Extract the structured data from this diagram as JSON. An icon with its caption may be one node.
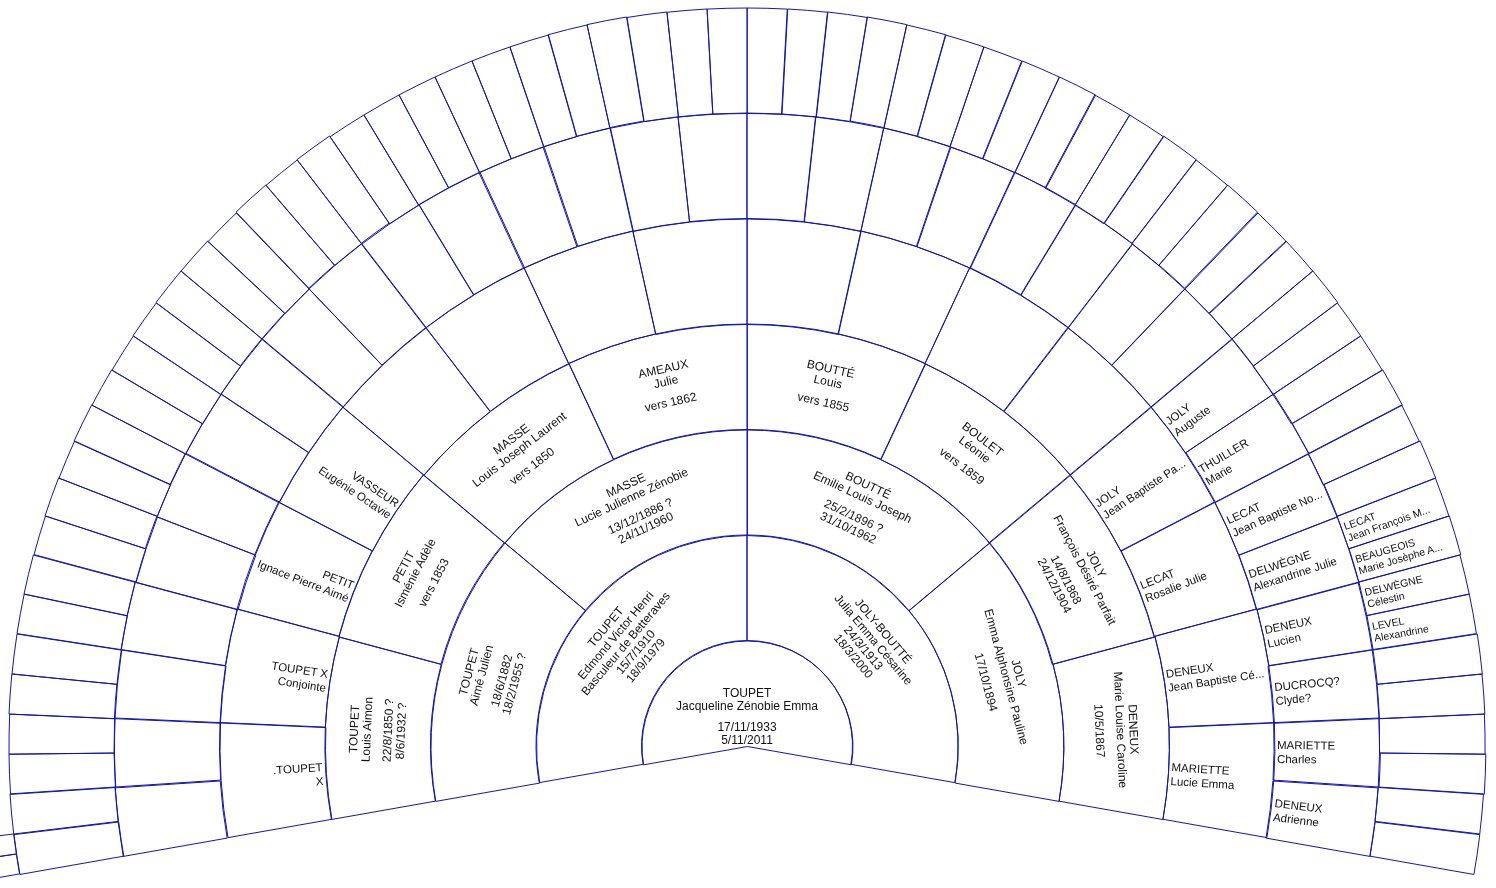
{
  "diagram": {
    "nodes": [
      {
        "text": [
          "TOUPET",
          "Jacqueline Zénobie Emma",
          "17/11/1933",
          "5/11/2011"
        ]
      },
      {
        "text": [
          "TOUPET",
          "Edmond Victor Henri",
          "Basculeur de Betteraves",
          "15/7/1910",
          "18/9/1979"
        ]
      },
      {
        "text": [
          "JOLY-BOUTTÉ",
          "Julia Emma Césarine",
          "24/3/1913",
          "18/3/2000"
        ]
      },
      {
        "text": [
          "TOUPET",
          "Aimé Julien",
          "18/6/1882",
          "18/2/1955 ?"
        ]
      },
      {
        "text": [
          "MASSE",
          "Lucie Julienne Zénobie",
          "13/12/1886 ?",
          "24/11/1960"
        ]
      },
      {
        "text": [
          "BOUTTÉ",
          "Emilie Louis Joseph",
          "25/2/1896 ?",
          "31/10/1962"
        ]
      },
      {
        "text": [
          "JOLY",
          "Emma Alphonsine Pauline",
          "17/10/1894"
        ]
      },
      {
        "text": [
          "TOUPET",
          "Louis Aimon",
          "22/8/1850 ?",
          "8/6/1932 ?"
        ]
      },
      {
        "text": [
          "PETIT",
          "Isménie Adèle",
          "vers 1853"
        ]
      },
      {
        "text": [
          "MASSE",
          "Louis Joseph Laurent",
          "vers 1850"
        ]
      },
      {
        "text": [
          "AMEAUX",
          "Julie",
          "vers 1862"
        ]
      },
      {
        "text": [
          "BOUTTÉ",
          "Louis",
          "vers 1855"
        ]
      },
      {
        "text": [
          "BOULET",
          "Léonie",
          "vers 1859"
        ]
      },
      {
        "text": [
          "JOLY",
          "François Désiré Parfait",
          "14/8/1868",
          "24/12/1904"
        ]
      },
      {
        "text": [
          "DENEUX",
          "Marie Louise Caroline",
          "10/5/1867"
        ]
      },
      {
        "text": [
          ".TOUPET",
          "X"
        ]
      },
      {
        "text": [
          "TOUPET X",
          "Conjointe"
        ]
      },
      {
        "text": [
          "PETIT",
          "Ignace Pierre Aimé"
        ]
      },
      {
        "text": [
          "VASSEUR",
          "Eugénie Octavie"
        ]
      },
      {
        "text": [],
        "shape": "sector"
      },
      {
        "text": [],
        "shape": "sector"
      },
      {
        "text": [],
        "shape": "sector"
      },
      {
        "text": [],
        "shape": "sector"
      },
      {
        "text": [],
        "shape": "sector"
      },
      {
        "text": [],
        "shape": "sector"
      },
      {
        "text": [],
        "shape": "sector"
      },
      {
        "text": [],
        "shape": "sector"
      },
      {
        "text": [
          "JOLY",
          "Jean Baptiste Pa..."
        ]
      },
      {
        "text": [
          "LECAT",
          "Rosalie Julie"
        ]
      },
      {
        "text": [
          "DENEUX",
          "Jean Baptiste Cé..."
        ]
      },
      {
        "text": [
          "MARIETTE",
          "Lucie Emma"
        ]
      },
      {
        "text": [],
        "shape": "sector"
      },
      {
        "text": [],
        "shape": "sector"
      },
      {
        "text": [],
        "shape": "sector"
      },
      {
        "text": [],
        "shape": "sector"
      },
      {
        "text": [],
        "shape": "sector"
      },
      {
        "text": [],
        "shape": "sector"
      },
      {
        "text": [],
        "shape": "sector"
      },
      {
        "text": [],
        "shape": "sector"
      },
      {
        "text": [],
        "shape": "sector"
      },
      {
        "text": [],
        "shape": "sector"
      },
      {
        "text": [],
        "shape": "sector"
      },
      {
        "text": [],
        "shape": "sector"
      },
      {
        "text": [],
        "shape": "sector"
      },
      {
        "text": [],
        "shape": "sector"
      },
      {
        "text": [],
        "shape": "sector"
      },
      {
        "text": [],
        "shape": "sector"
      },
      {
        "text": [],
        "shape": "sector"
      },
      {
        "text": [],
        "shape": "sector"
      },
      {
        "text": [],
        "shape": "sector"
      },
      {
        "text": [],
        "shape": "sector"
      },
      {
        "text": [],
        "shape": "sector"
      },
      {
        "text": [],
        "shape": "sector"
      },
      {
        "text": [],
        "shape": "sector"
      },
      {
        "text": [],
        "shape": "sector"
      },
      {
        "text": [
          "JOLY",
          "Auguste"
        ]
      },
      {
        "text": [
          "THUILLER",
          "Marie"
        ]
      },
      {
        "text": [
          "LECAT",
          "Jean Baptiste No..."
        ]
      },
      {
        "text": [
          "DELWÈGNE",
          "Alexandrine Julie"
        ]
      },
      {
        "text": [
          "DENEUX",
          "Lucien"
        ]
      },
      {
        "text": [
          "DUCROCQ?",
          "Clyde?"
        ]
      },
      {
        "text": [
          "MARIETTE",
          "Charles"
        ]
      },
      {
        "text": [
          "DENEUX",
          "Adrienne"
        ]
      },
      {
        "text": [],
        "shape": "sector"
      },
      {
        "text": [],
        "shape": "sector"
      },
      {
        "text": [],
        "shape": "sector"
      },
      {
        "text": [],
        "shape": "sector"
      },
      {
        "text": [],
        "shape": "sector"
      },
      {
        "text": [],
        "shape": "sector"
      },
      {
        "text": [],
        "shape": "sector"
      },
      {
        "text": [],
        "shape": "sector"
      },
      {
        "text": [],
        "shape": "sector"
      },
      {
        "text": [],
        "shape": "sector"
      },
      {
        "text": [],
        "shape": "sector"
      },
      {
        "text": [],
        "shape": "sector"
      },
      {
        "text": [],
        "shape": "sector"
      },
      {
        "text": [],
        "shape": "sector"
      },
      {
        "text": [],
        "shape": "sector"
      },
      {
        "text": [],
        "shape": "sector"
      },
      {
        "text": [],
        "shape": "sector"
      },
      {
        "text": [],
        "shape": "sector"
      },
      {
        "text": [],
        "shape": "sector"
      },
      {
        "text": [],
        "shape": "sector"
      },
      {
        "text": [],
        "shape": "sector"
      },
      {
        "text": [],
        "shape": "sector"
      },
      {
        "text": [],
        "shape": "sector"
      },
      {
        "text": [],
        "shape": "sector"
      },
      {
        "text": [],
        "shape": "sector"
      },
      {
        "text": [],
        "shape": "sector"
      },
      {
        "text": [],
        "shape": "sector"
      },
      {
        "text": [],
        "shape": "sector"
      },
      {
        "text": [],
        "shape": "sector"
      },
      {
        "text": [],
        "shape": "sector"
      },
      {
        "text": [],
        "shape": "sector"
      },
      {
        "text": [],
        "shape": "sector"
      },
      {
        "text": [],
        "shape": "sector"
      },
      {
        "text": [],
        "shape": "sector"
      },
      {
        "text": [],
        "shape": "sector"
      },
      {
        "text": [],
        "shape": "sector"
      },
      {
        "text": [],
        "shape": "sector"
      },
      {
        "text": [],
        "shape": "sector"
      },
      {
        "text": [],
        "shape": "sector"
      },
      {
        "text": [],
        "shape": "sector"
      },
      {
        "text": [],
        "shape": "sector"
      },
      {
        "text": [],
        "shape": "sector"
      },
      {
        "text": [],
        "shape": "sector"
      },
      {
        "text": [],
        "shape": "sector"
      },
      {
        "text": [],
        "shape": "sector"
      },
      {
        "text": [],
        "shape": "sector"
      },
      {
        "text": [],
        "shape": "sector"
      },
      {
        "text": [],
        "shape": "sector"
      },
      {
        "text": [],
        "shape": "sector"
      },
      {
        "text": [],
        "shape": "sector"
      },
      {
        "text": [],
        "shape": "sector"
      },
      {
        "text": [],
        "shape": "sector"
      },
      {
        "text": [],
        "shape": "sector"
      },
      {
        "text": [],
        "shape": "sector"
      },
      {
        "text": [
          "LECAT",
          "Jean François M..."
        ]
      },
      {
        "text": [
          "BEAUGEOIS",
          "Marie Josèphe A..."
        ]
      },
      {
        "text": [
          "DELWÈGNE",
          "Célestin"
        ]
      },
      {
        "text": [
          "LEVEL",
          "Alexandrine"
        ]
      },
      {
        "text": [],
        "shape": "sector"
      },
      {
        "text": [],
        "shape": "sector"
      },
      {
        "text": [],
        "shape": "sector"
      },
      {
        "text": [],
        "shape": "sector"
      },
      {
        "text": [],
        "shape": "sector"
      },
      {
        "text": [],
        "shape": "sector"
      },
      {
        "text": [],
        "shape": "sector"
      },
      {
        "text": [],
        "shape": "sector"
      }
    ]
  }
}
